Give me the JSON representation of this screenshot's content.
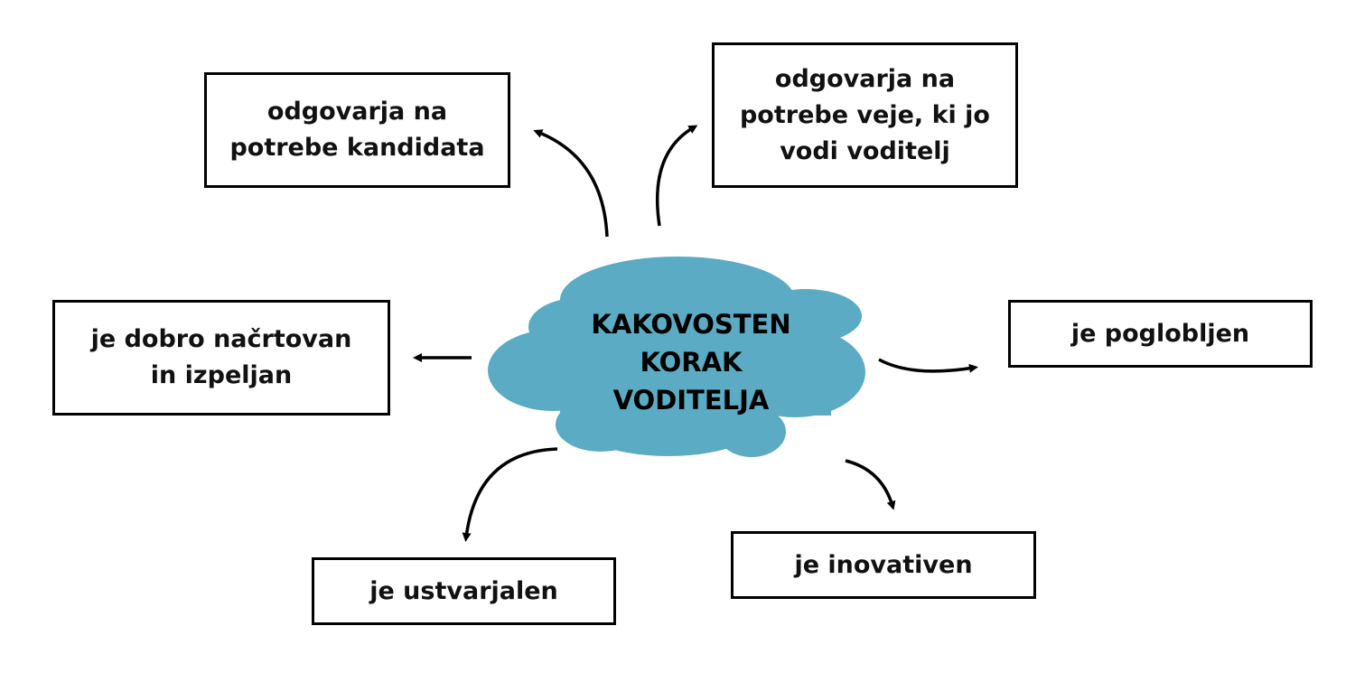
{
  "colors": {
    "cloud": "#5aabc3",
    "stroke": "#000000"
  },
  "center": {
    "lines": [
      "KAKOVOSTEN",
      "KORAK",
      "VODITELJA"
    ]
  },
  "nodes": [
    {
      "lines": [
        "odgovarja na",
        "potrebe kandidata"
      ]
    },
    {
      "lines": [
        "odgovarja na",
        "potrebe veje, ki jo",
        "vodi voditelj"
      ]
    },
    {
      "lines": [
        "je dobro načrtovan",
        "in izpeljan"
      ]
    },
    {
      "lines": [
        "je poglobljen"
      ]
    },
    {
      "lines": [
        "je ustvarjalen"
      ]
    },
    {
      "lines": [
        "je inovativen"
      ]
    }
  ]
}
